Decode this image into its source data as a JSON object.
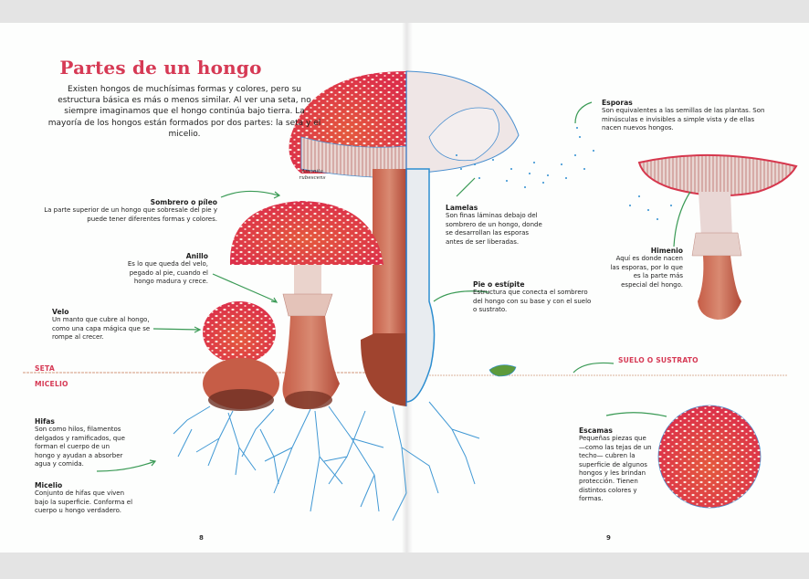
{
  "page": {
    "title": "Partes de un hongo",
    "intro": "Existen hongos de muchísimas formas y colores, pero su estructura básica es más o menos similar. Al ver una seta, no siempre imaginamos que el hongo continúa bajo tierra. La mayoría de los hongos están formados por dos partes: la seta y el micelio.",
    "species_caption": [
      "Amanita",
      "rubescens"
    ],
    "left_page_number": "8",
    "right_page_number": "9"
  },
  "sections": {
    "seta": "SETA",
    "micelio": "MICELIO",
    "suelo": "SUELO O SUSTRATO"
  },
  "labels": {
    "sombrero": {
      "heading": "Sombrero o píleo",
      "body": "La parte superior de un hongo que sobresale del pie y puede tener diferentes formas y colores."
    },
    "anillo": {
      "heading": "Anillo",
      "body": "Es lo que queda del velo, pegado al pie, cuando el hongo madura y crece."
    },
    "velo": {
      "heading": "Velo",
      "body": "Un manto que cubre al hongo, como una capa mágica que se rompe al crecer."
    },
    "hifas": {
      "heading": "Hifas",
      "body": "Son como hilos, filamentos delgados y ramificados, que forman el cuerpo de un hongo y ayudan a absorber agua y comida."
    },
    "micelio": {
      "heading": "Micelio",
      "body": "Conjunto de hifas que viven bajo la superficie. Conforma el cuerpo u hongo verdadero."
    },
    "lamelas": {
      "heading": "Lamelas",
      "body": "Son finas láminas debajo del sombrero de un hongo, donde se desarrollan las esporas antes de ser liberadas."
    },
    "pie": {
      "heading": "Pie o estípite",
      "body": "Estructura que conecta el sombrero del hongo con su base y con el suelo o sustrato."
    },
    "esporas": {
      "heading": "Esporas",
      "body": "Son equivalentes a las semillas de las plantas. Son minúsculas e invisibles a simple vista y de ellas nacen nuevos hongos."
    },
    "himenio": {
      "heading": "Himenio",
      "body": "Aquí es donde nacen las esporas, por lo que es la parte más especial del hongo."
    },
    "escamas": {
      "heading": "Escamas",
      "body": "Pequeñas piezas que —como las tejas de un techo— cubren la superficie de algunos hongos y les brindan protección. Tienen distintos colores y formas."
    }
  },
  "colors": {
    "accent_red": "#d63a55",
    "arrow_green": "#3a9a55",
    "cap_red": "#e0394c",
    "stem_rust": "#b9543c",
    "hyphae_blue": "#2d8ed0",
    "page_bg": "#fdfefd",
    "frame_bg": "#e4e4e4"
  }
}
